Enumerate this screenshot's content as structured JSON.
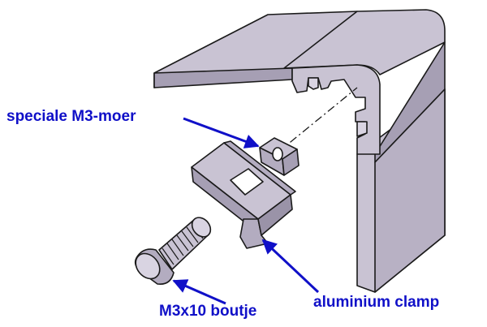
{
  "labels": {
    "nut": "speciale M3-moer",
    "clamp": "aluminium clamp",
    "bolt": "M3x10 boutje"
  },
  "colors": {
    "label": "#1010c8",
    "profile_face": "#c9c3d3",
    "profile_dark": "#a69fb4",
    "outline": "#1a1a1a"
  }
}
